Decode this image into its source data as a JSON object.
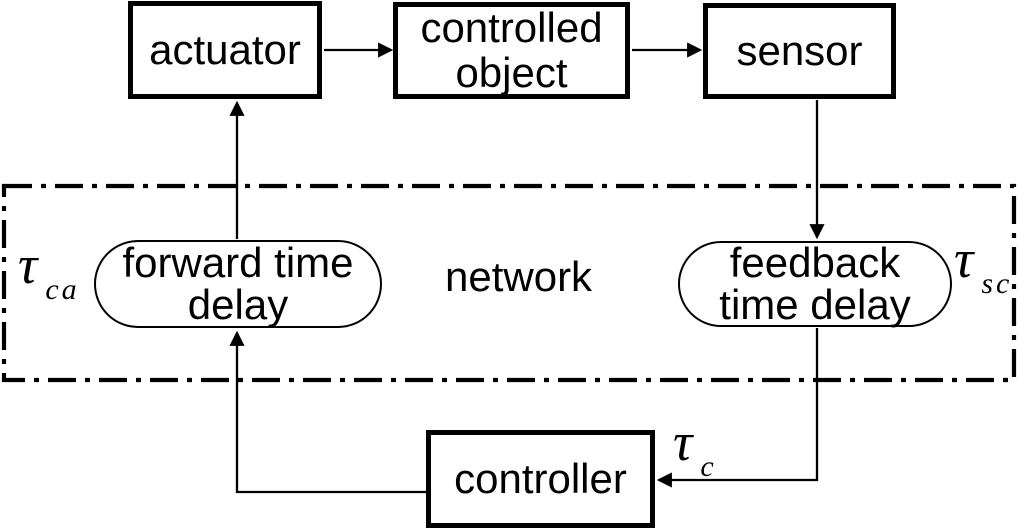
{
  "nodes": {
    "actuator": {
      "label": "actuator"
    },
    "controlled_object": {
      "label": [
        "controlled",
        "object"
      ]
    },
    "sensor": {
      "label": "sensor"
    },
    "controller": {
      "label": "controller"
    },
    "forward_time_delay": {
      "label": [
        "forward time",
        "delay"
      ]
    },
    "feedback_time_delay": {
      "label": [
        "feedback",
        "time delay"
      ]
    }
  },
  "network": {
    "label": "network"
  },
  "tau_labels": {
    "ca": {
      "symbol": "τ",
      "subscript": "ca"
    },
    "sc": {
      "symbol": "τ",
      "subscript": "sc"
    },
    "c": {
      "symbol": "τ",
      "subscript": "c"
    }
  },
  "colors": {
    "ink": "#000000",
    "background": "#ffffff"
  }
}
